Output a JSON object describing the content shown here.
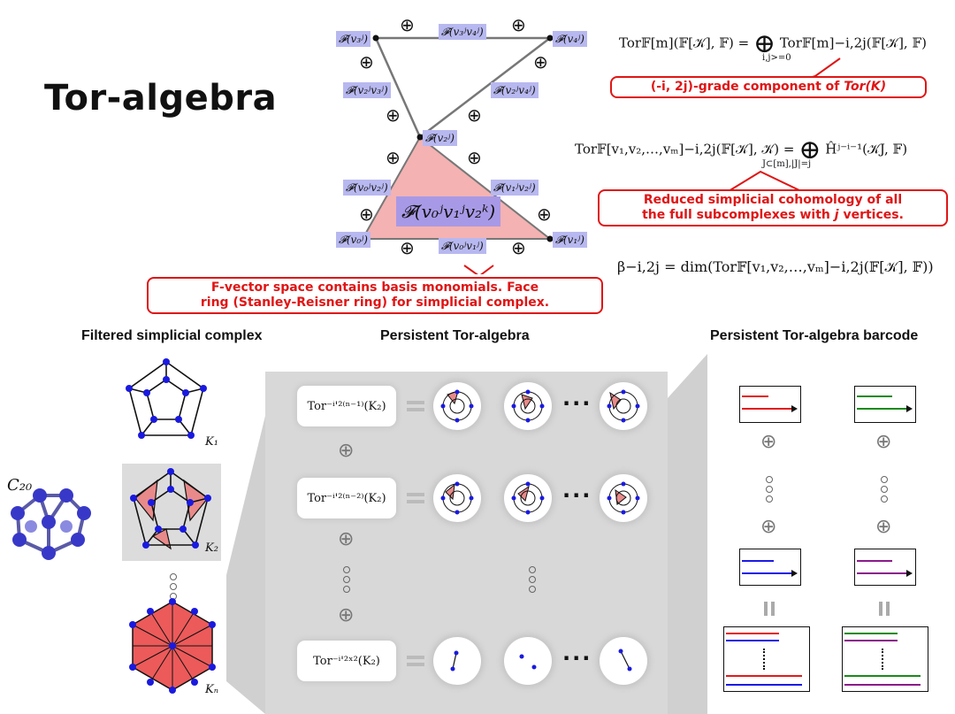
{
  "title": "Tor-algebra",
  "diagram": {
    "labels": {
      "v3": "𝓕(v₃ʲ)",
      "v3v4": "𝓕(v₃ʲv₄ʲ)",
      "v4": "𝓕(v₄ʲ)",
      "v2v3": "𝓕(v₂ʲv₃ʲ)",
      "v2v4": "𝓕(v₂ʲv₄ʲ)",
      "v2": "𝓕(v₂ʲ)",
      "v0v2": "𝓕(v₀ʲv₂ʲ)",
      "v1v2": "𝓕(v₁ʲv₂ʲ)",
      "v0v1v2": "𝓕(v₀ʲv₁ʲv₂ᵏ)",
      "v0": "𝓕(v₀ʲ)",
      "v0v1": "𝓕(v₀ʲv₁ʲ)",
      "v1": "𝓕(v₁ʲ)"
    },
    "oplus": "⊕"
  },
  "formulas": {
    "f1_lhs": "Tor𝔽[m](𝔽[𝒦], 𝔽) =",
    "f1_sum_sub": "i,j>=0",
    "f1_rhs": "Tor𝔽[m]−i,2j(𝔽[𝒦], 𝔽)",
    "f2_lhs": "Tor𝔽[v₁,v₂,…,vₘ]−i,2j(𝔽[𝒦], 𝒦) =",
    "f2_sum_sub": "J⊂[m],|J|=j",
    "f2_rhs": "Ĥʲ⁻ⁱ⁻¹(𝒦J, 𝔽)",
    "f3": "β−i,2j = dim(Tor𝔽[v₁,v₂,…,vₘ]−i,2j(𝔽[𝒦], 𝔽))"
  },
  "callouts": {
    "c1_prefix": "(-i, 2j)-grade component of ",
    "c1_em": "Tor(K)",
    "c2_line1": "Reduced simplicial cohomology of all",
    "c2_line2a": "the full subcomplexes with ",
    "c2_em": "j",
    "c2_line2b": " vertices.",
    "c3_line1": "F-vector space contains basis monomials. Face",
    "c3_line2": "ring (Stanley-Reisner ring) for simplicial complex."
  },
  "sections": {
    "filtered": "Filtered simplicial complex",
    "persistent": "Persistent Tor-algebra",
    "barcode": "Persistent Tor-algebra barcode"
  },
  "molecule_label": "C₂₀",
  "complex_labels": [
    "K₁",
    "K₂",
    "Kₙ"
  ],
  "tor_rows": [
    "Tor⁻ⁱ'²⁽ⁿ⁻¹⁾(K₂)",
    "Tor⁻ⁱ'²⁽ⁿ⁻²⁾(K₂)",
    "Tor⁻ⁱ'²ˣ²(K₂)"
  ],
  "ellipsis": "···",
  "colors": {
    "accent_red": "#e01515",
    "label_bg": "#b8b8f0",
    "triangle": "#f4b2b2",
    "node": "#1a1adf",
    "bar_red": "#e41a1a",
    "bar_green": "#1a8a1a",
    "bar_blue": "#1a1ae6",
    "bar_purple": "#8a1a8a"
  }
}
